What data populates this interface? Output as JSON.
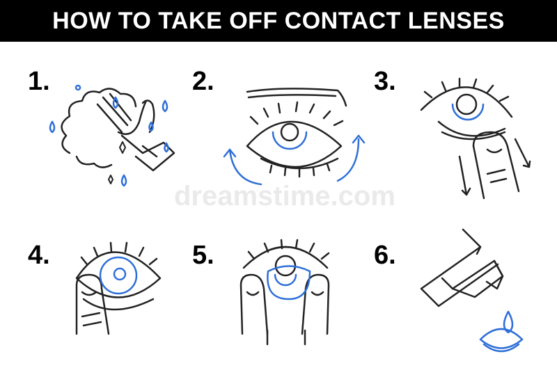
{
  "header": {
    "title": "HOW TO TAKE OFF CONTACT LENSES"
  },
  "steps": [
    {
      "number": "1.",
      "icon": "hand-washing-icon"
    },
    {
      "number": "2.",
      "icon": "eye-rolling-icon"
    },
    {
      "number": "3.",
      "icon": "pull-eyelid-icon"
    },
    {
      "number": "4.",
      "icon": "touch-lens-icon"
    },
    {
      "number": "5.",
      "icon": "pinch-lens-icon"
    },
    {
      "number": "6.",
      "icon": "lens-solution-case-icon"
    }
  ],
  "watermark": "dreamstime.com",
  "colors": {
    "accent": "#2e6fd8",
    "line": "#222222",
    "header_bg": "#000000"
  }
}
